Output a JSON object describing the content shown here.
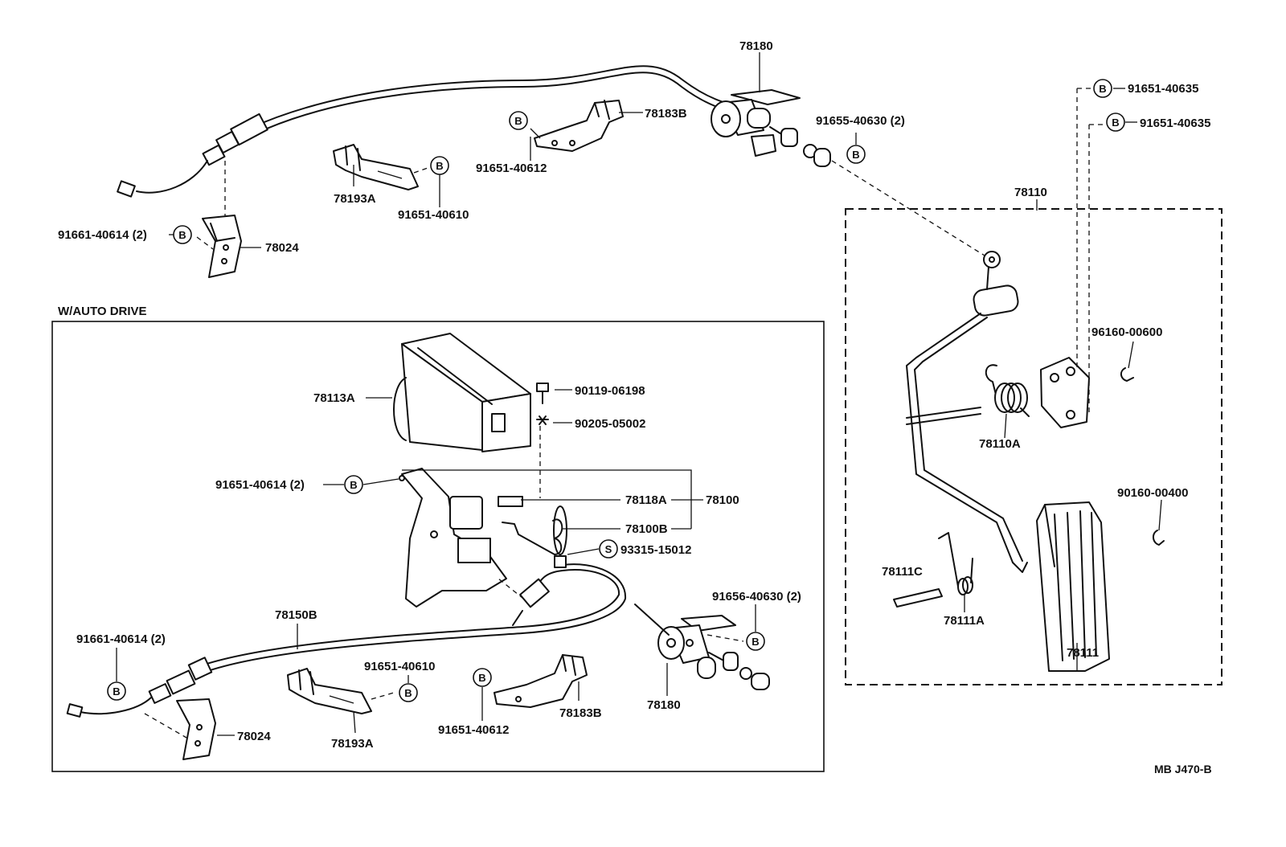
{
  "labels": {
    "p78180_top": "78180",
    "p78183B_top": "78183B",
    "p91655": "91655-40630 (2)",
    "p91651_40612_top": "91651-40612",
    "p78193A_top": "78193A",
    "p91651_40610_top": "91651-40610",
    "p91661_top": "91661-40614 (2)",
    "p78024_top": "78024",
    "p91651_40635_a": "91651-40635",
    "p91651_40635_b": "91651-40635",
    "p78110": "78110",
    "p96160": "96160-00600",
    "p78110A": "78110A",
    "p90160": "90160-00400",
    "p78111C": "78111C",
    "p78111A": "78111A",
    "p78111": "78111",
    "section_title": "W/AUTO DRIVE",
    "p78113A": "78113A",
    "p90119": "90119-06198",
    "p90205": "90205-05002",
    "p91651_40614": "91651-40614 (2)",
    "p78118A": "78118A",
    "p78100": "78100",
    "p78100B": "78100B",
    "p93315": "93315-15012",
    "p78150B": "78150B",
    "p91656": "91656-40630 (2)",
    "p91661_bot": "91661-40614 (2)",
    "p91651_40610_bot": "91651-40610",
    "p78183B_bot": "78183B",
    "p78180_bot": "78180",
    "p78024_bot": "78024",
    "p78193A_bot": "78193A",
    "p91651_40612_bot": "91651-40612",
    "code": "MB J470-B"
  },
  "symbols": {
    "bolt_symbol": "B",
    "screw_symbol": "S"
  }
}
